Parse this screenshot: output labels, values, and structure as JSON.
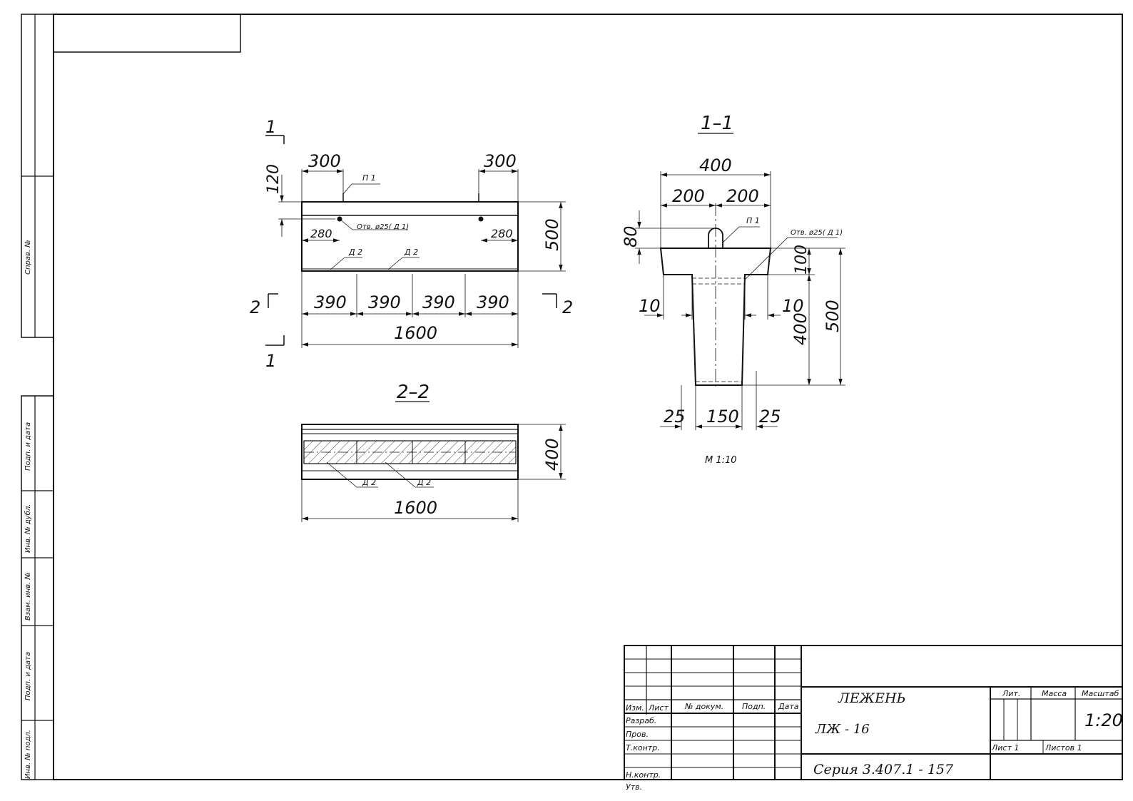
{
  "side_stamp": {
    "sprav": "Справ. №",
    "podp_data_1": "Подп. и дата",
    "inv_dubl": "Инв. № дубл.",
    "vzam_inv": "Взам. инв. №",
    "podp_data_2": "Подп. и дата",
    "inv_podl": "Инв. № подл."
  },
  "view_front": {
    "section_mark_top": "1",
    "section_mark_bottom": "1",
    "section_mark_left": "2",
    "section_mark_right": "2",
    "dim_left_300": "300",
    "dim_right_300": "300",
    "dim_120": "120",
    "dim_500": "500",
    "dim_left_280": "280",
    "dim_right_280": "280",
    "dim_390_1": "390",
    "dim_390_2": "390",
    "dim_390_3": "390",
    "dim_390_4": "390",
    "dim_1600": "1600",
    "label_p1": "П 1",
    "label_hole": "Отв. ø25( Д 1)",
    "label_d2_a": "Д 2",
    "label_d2_b": "Д 2"
  },
  "view_22": {
    "title": "2–2",
    "dim_400": "400",
    "dim_1600": "1600",
    "label_d2_a": "Д 2",
    "label_d2_b": "Д 2"
  },
  "view_11": {
    "title": "1–1",
    "dim_400_top": "400",
    "dim_200_a": "200",
    "dim_200_b": "200",
    "dim_80": "80",
    "dim_100": "100",
    "dim_500": "500",
    "dim_400_side": "400",
    "dim_10_left": "10",
    "dim_10_right": "10",
    "dim_25_left": "25",
    "dim_150": "150",
    "dim_25_right": "25",
    "label_p1": "П 1",
    "label_hole": "Отв. ø25( Д 1)",
    "scale_note": "М 1:10"
  },
  "title_block": {
    "hdr_izm": "Изм.",
    "hdr_list": "Лист",
    "hdr_doc": "№ докум.",
    "hdr_podp": "Подп.",
    "hdr_data": "Дата",
    "row_razrab": "Разраб.",
    "row_prov": "Пров.",
    "row_tkontr": "Т.контр.",
    "row_nkontr": "Н.контр.",
    "row_utv": "Утв.",
    "name": "ЛЕЖЕНЬ",
    "mark": "ЛЖ - 16",
    "series": "Серия 3.407.1 - 157",
    "hdr_lit": "Лит.",
    "hdr_massa": "Масса",
    "hdr_masshtab": "Масштаб",
    "scale": "1:20",
    "sheet": "Лист 1",
    "sheets": "Листов 1"
  }
}
